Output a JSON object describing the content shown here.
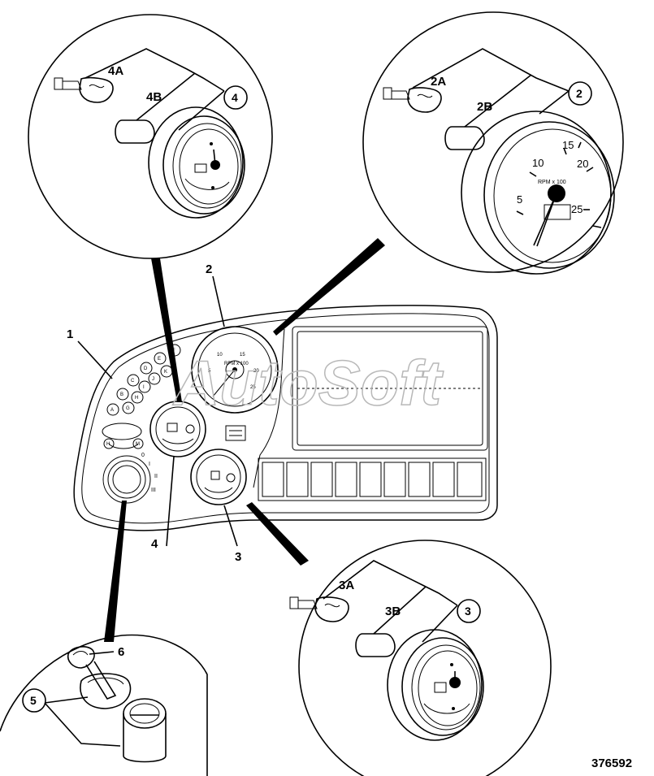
{
  "labels": {
    "panel": "1",
    "tacho": "2",
    "fuel": "3",
    "temp": "4",
    "ignition": "5",
    "key": "6",
    "tacho_bulb": "2A",
    "tacho_holder": "2B",
    "fuel_bulb": "3A",
    "fuel_holder": "3B",
    "temp_bulb": "4A",
    "temp_holder": "4B",
    "tacho_callout": "2",
    "fuel_callout": "3",
    "temp_callout": "4",
    "ignition_callout": "5"
  },
  "tachometer": {
    "unit": "RPM x 100",
    "scale": [
      "5",
      "10",
      "15",
      "20",
      "25"
    ]
  },
  "panel_tacho_scale": [
    "5",
    "10",
    "15",
    "20",
    "25"
  ],
  "warning_lights": [
    "A",
    "B",
    "C",
    "D",
    "E",
    "F",
    "G",
    "H",
    "I",
    "J",
    "K"
  ],
  "switch_marks": [
    "H",
    "M"
  ],
  "ignition_positions": [
    "0",
    "I",
    "II",
    "III"
  ],
  "watermark": "AutoSoft",
  "picture_id": "376592"
}
